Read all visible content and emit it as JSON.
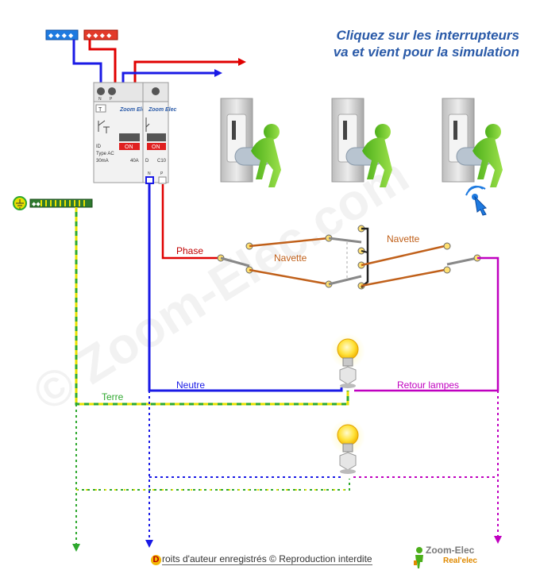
{
  "instructions": {
    "line1": "Cliquez sur les interrupteurs",
    "line2": "va et vient pour la simulation"
  },
  "wire_labels": {
    "phase": "Phase",
    "navette_left": "Navette",
    "navette_right": "Navette",
    "neutre": "Neutre",
    "terre": "Terre",
    "retour_lampes": "Retour lampes"
  },
  "breaker_rcd": {
    "brand": "Zoom Elec",
    "test_label": "T",
    "terminal_n": "N",
    "terminal_p": "P",
    "on_label": "ON",
    "line_id": "ID",
    "line_type": "Type AC",
    "line_sens": "30mA",
    "rating": "40A"
  },
  "breaker_mcb": {
    "brand": "Zoom Elec",
    "on_label": "ON",
    "curve": "D",
    "rating": "C10",
    "terminal_n": "N",
    "terminal_p": "P"
  },
  "footer": {
    "first_letter": "D",
    "rest": "roits d'auteur enregistrés © Reproduction interdite"
  },
  "logo": {
    "name": "Zoom-Elec",
    "sub": "Real'elec"
  },
  "watermark": "© Zoom-Elec.com",
  "colors": {
    "phase": "#e00000",
    "neutral": "#1a1ae6",
    "earth_green": "#2ea82e",
    "earth_yellow": "#e8e000",
    "return": "#c000c0",
    "navette": "#c0601a",
    "title": "#2a5aa8",
    "bulb_on": "#ffe040"
  }
}
